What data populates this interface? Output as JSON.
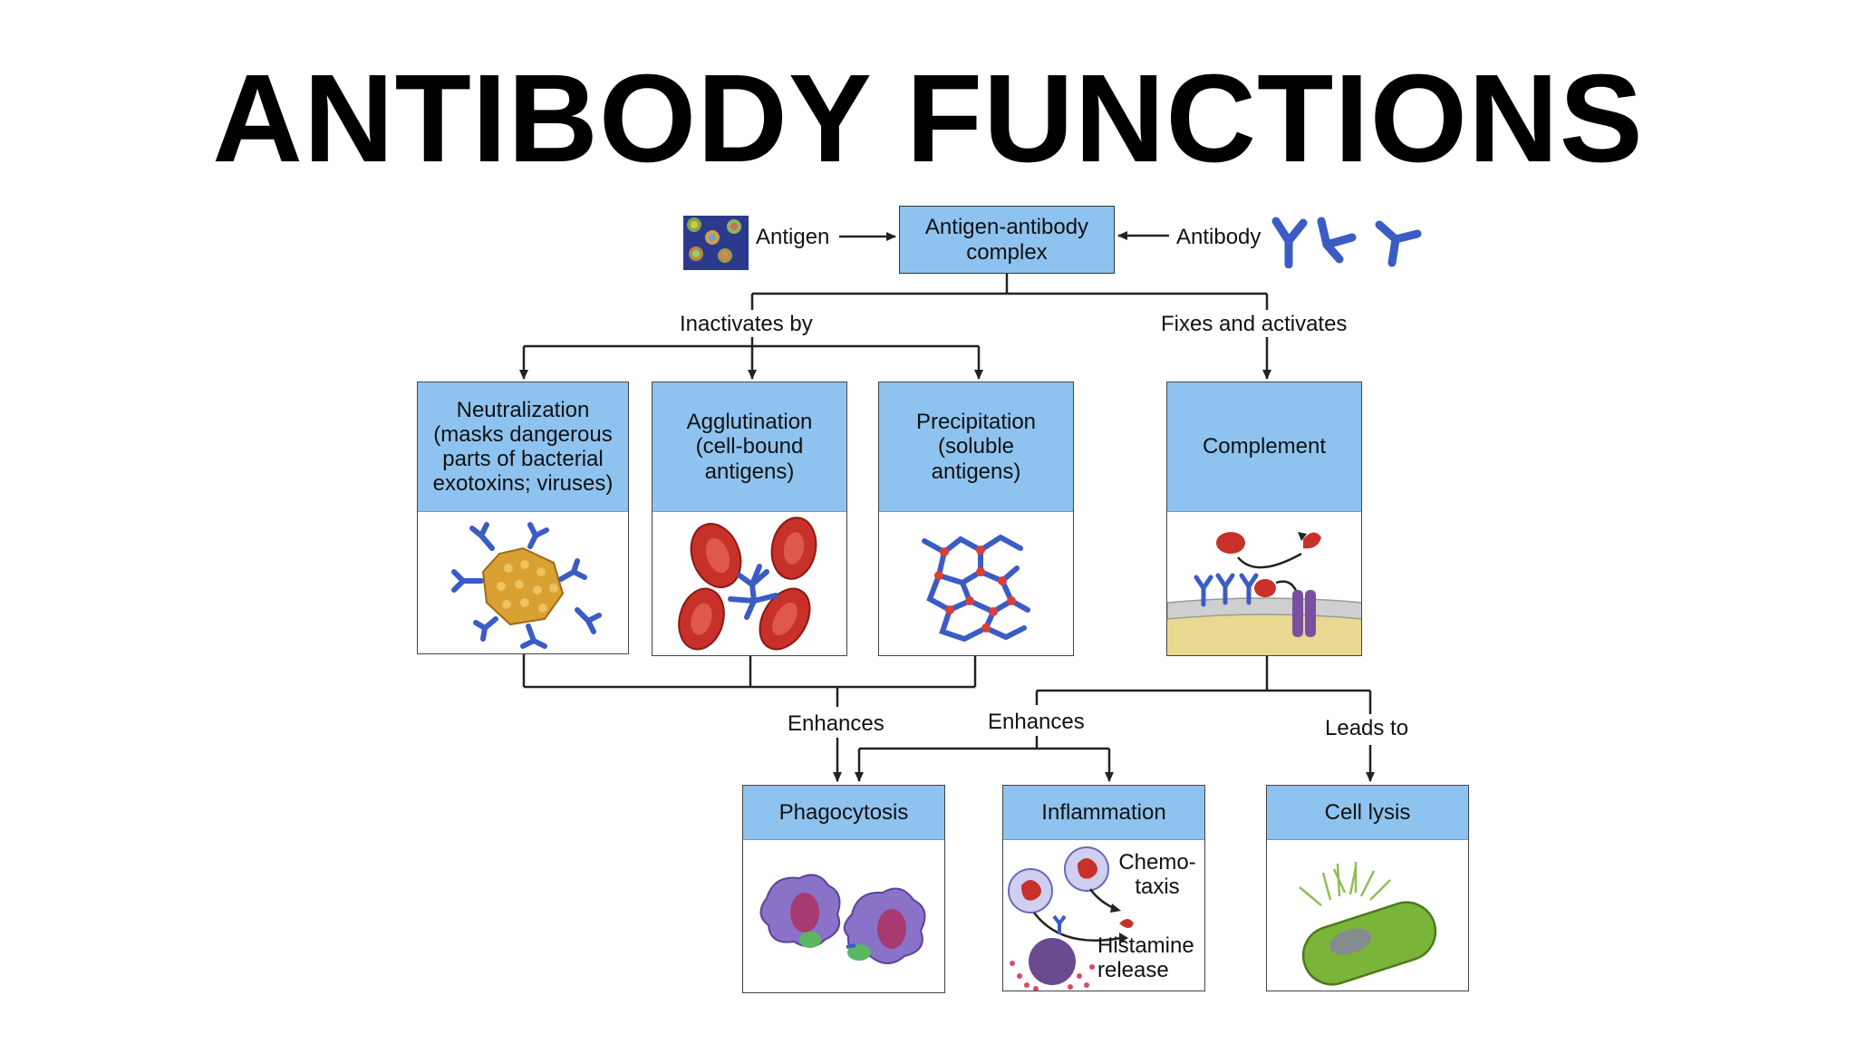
{
  "title": "ANTIBODY FUNCTIONS",
  "top": {
    "antigen_label": "Antigen",
    "complex_line1": "Antigen-antibody",
    "complex_line2": "complex",
    "antibody_label": "Antibody"
  },
  "branch_labels": {
    "inactivates": "Inactivates by",
    "fixes": "Fixes and activates",
    "enhances_left": "Enhances",
    "enhances_right": "Enhances",
    "leads_to": "Leads to"
  },
  "mechanisms": {
    "neutralization": [
      "Neutralization",
      "(masks dangerous",
      "parts of bacterial",
      "exotoxins; viruses)"
    ],
    "agglutination": [
      "Agglutination",
      "(cell-bound",
      "antigens)"
    ],
    "precipitation": [
      "Precipitation",
      "(soluble",
      "antigens)"
    ],
    "complement": "Complement"
  },
  "outcomes": {
    "phagocytosis": "Phagocytosis",
    "inflammation": "Inflammation",
    "cell_lysis": "Cell lysis",
    "chemotaxis_line1": "Chemo-",
    "chemotaxis_line2": "taxis",
    "histamine_line1": "Histamine",
    "histamine_line2": "release"
  },
  "colors": {
    "box_header": "#8ec3ef",
    "antibody_blue": "#3b5cc4",
    "red_cell": "#c8302a",
    "virus_gold": "#d9a032",
    "bacterium_green": "#7ab53a",
    "phagocyte_purple": "#8a72c8"
  }
}
